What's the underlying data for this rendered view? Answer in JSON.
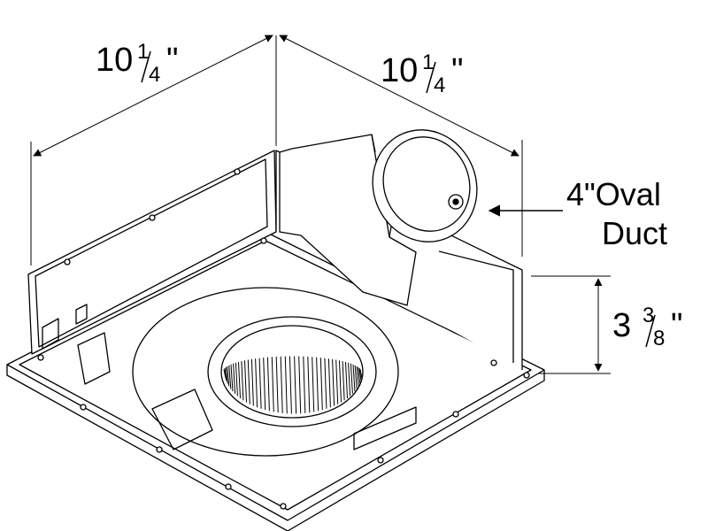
{
  "dimensions": {
    "width_left": {
      "whole": "10",
      "numerator": "1",
      "denominator": "4",
      "unit": "\""
    },
    "width_right": {
      "whole": "10",
      "numerator": "1",
      "denominator": "4",
      "unit": "\""
    },
    "height": {
      "whole": "3",
      "numerator": "3",
      "denominator": "8",
      "unit": "\""
    }
  },
  "callout": {
    "line1": "4\"Oval",
    "line2": "Duct"
  },
  "colors": {
    "line": "#000000",
    "background": "#ffffff"
  }
}
